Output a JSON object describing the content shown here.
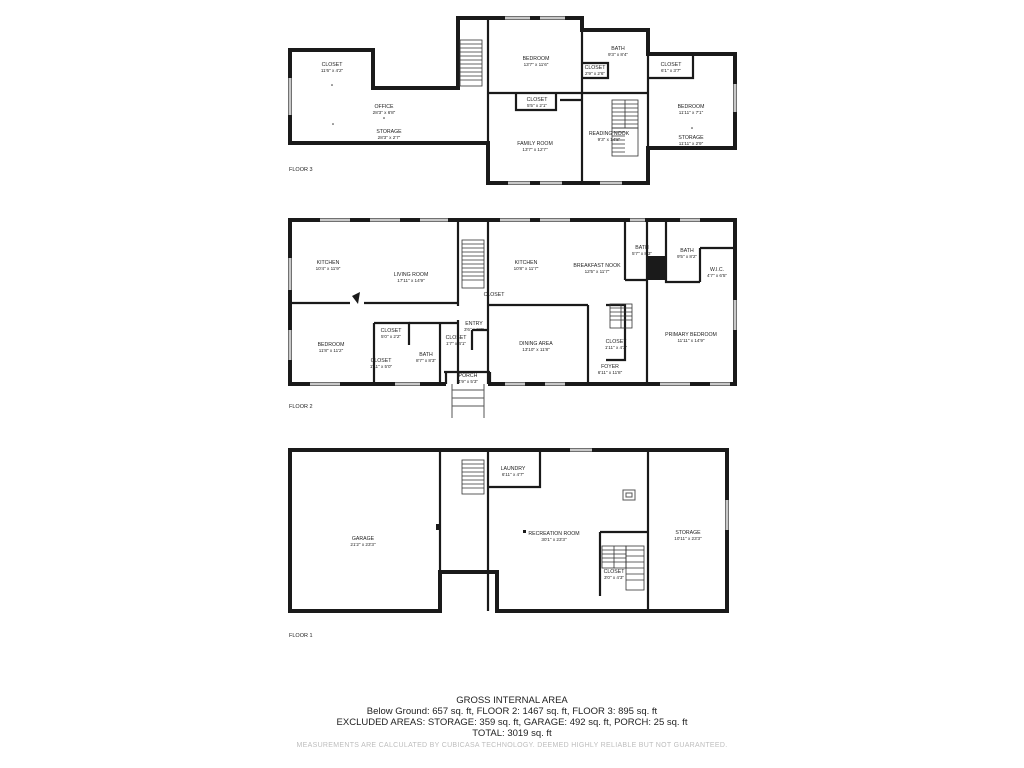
{
  "floors": [
    {
      "label": "FLOOR 3",
      "rooms": [
        {
          "name": "CLOSET",
          "dim": "11'6\" x 4'2\""
        },
        {
          "name": "OFFICE",
          "dim": "28'3\" x 6'8\""
        },
        {
          "name": "STORAGE",
          "dim": "28'3\" x 2'7\""
        },
        {
          "name": "BEDROOM",
          "dim": "13'7\" x 11'6\""
        },
        {
          "name": "CLOSET",
          "dim": "5'5\" x 2'1\""
        },
        {
          "name": "FAMILY ROOM",
          "dim": "13'7\" x 12'7\""
        },
        {
          "name": "BATH",
          "dim": "9'3\" x 8'4\""
        },
        {
          "name": "CLOSET",
          "dim": "2'9\" x 2'6\""
        },
        {
          "name": "READING NOOK",
          "dim": "9'3\" x 14'8\""
        },
        {
          "name": "CLOSET",
          "dim": "6'1\" x 3'7\""
        },
        {
          "name": "BEDROOM",
          "dim": "11'11\" x 7'1\""
        },
        {
          "name": "STORAGE",
          "dim": "11'11\" x 2'9\""
        }
      ]
    },
    {
      "label": "FLOOR 2",
      "rooms": [
        {
          "name": "KITCHEN",
          "dim": "10'4\" x 11'9\""
        },
        {
          "name": "LIVING ROOM",
          "dim": "17'11\" x 14'9\""
        },
        {
          "name": "BEDROOM",
          "dim": "11'8\" x 11'2\""
        },
        {
          "name": "CLOSET",
          "dim": "5'0\" x 2'2\""
        },
        {
          "name": "CLOSET",
          "dim": "1'11\" x 5'0\""
        },
        {
          "name": "BATH",
          "dim": "8'7\" x 8'3\""
        },
        {
          "name": "ENTRY",
          "dim": "3'6\" x 9'2\""
        },
        {
          "name": "CLOSET",
          "dim": "1'7\" x 4'1\""
        },
        {
          "name": "CLOSET",
          "dim": ""
        },
        {
          "name": "PORCH",
          "dim": "4'9\" x 5'3\""
        },
        {
          "name": "KITCHEN",
          "dim": "10'8\" x 11'7\""
        },
        {
          "name": "BREAKFAST NOOK",
          "dim": "12'5\" x 11'7\""
        },
        {
          "name": "DINING AREA",
          "dim": "13'10\" x 11'8\""
        },
        {
          "name": "CLOSET",
          "dim": "1'11\" x 4'3\""
        },
        {
          "name": "FOYER",
          "dim": "6'11\" x 11'8\""
        },
        {
          "name": "BATH",
          "dim": "5'7\" x 8'3\""
        },
        {
          "name": "BATH",
          "dim": "9'5\" x 8'2\""
        },
        {
          "name": "W.I.C.",
          "dim": "4'7\" x 6'5\""
        },
        {
          "name": "PRIMARY BEDROOM",
          "dim": "11'11\" x 14'9\""
        }
      ]
    },
    {
      "label": "FLOOR 1",
      "rooms": [
        {
          "name": "GARAGE",
          "dim": "21'2\" x 23'3\""
        },
        {
          "name": "LAUNDRY",
          "dim": "6'11\" x 4'7\""
        },
        {
          "name": "RECREATION ROOM",
          "dim": "30'1\" x 23'3\""
        },
        {
          "name": "CLOSET",
          "dim": "3'0\" x 4'3\""
        },
        {
          "name": "STORAGE",
          "dim": "10'11\" x 23'3\""
        }
      ]
    }
  ],
  "summary": {
    "heading": "GROSS INTERNAL AREA",
    "line1": "Below Ground: 657 sq. ft, FLOOR 2: 1467 sq. ft, FLOOR 3: 895 sq. ft",
    "line2": "EXCLUDED AREAS: STORAGE: 359 sq. ft, GARAGE: 492 sq. ft, PORCH: 25 sq. ft",
    "line3": "TOTAL: 3019 sq. ft",
    "disclaimer": "MEASUREMENTS ARE CALCULATED BY CUBICASA TECHNOLOGY. DEEMED HIGHLY RELIABLE BUT NOT GUARANTEED."
  }
}
